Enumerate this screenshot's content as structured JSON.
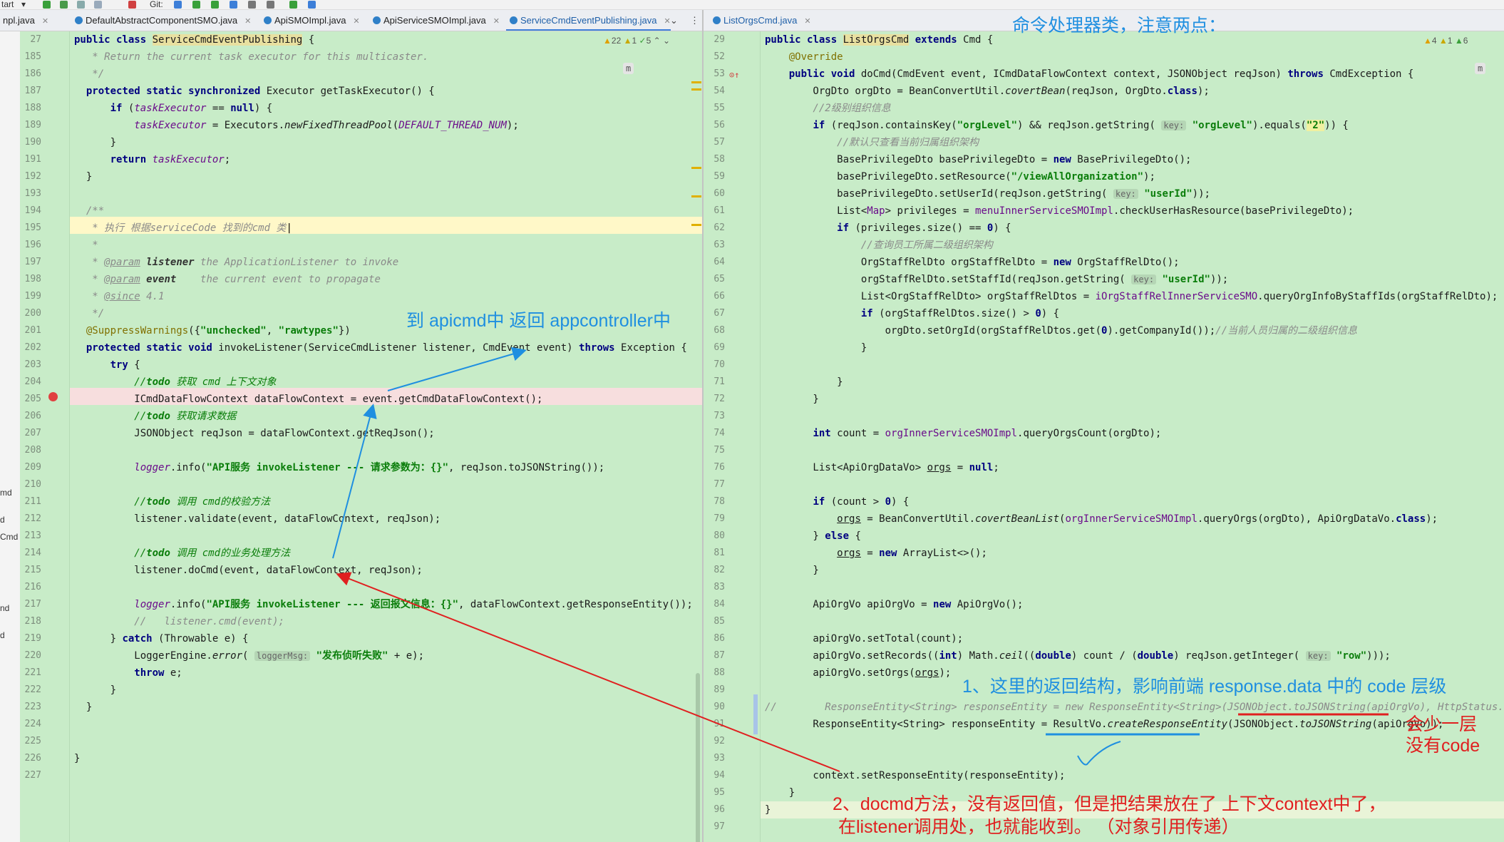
{
  "toolbar": {
    "run_config": "tart",
    "git_label": "Git:"
  },
  "left_tabs": [
    {
      "label": "npl.java"
    },
    {
      "label": "DefaultAbstractComponentSMO.java"
    },
    {
      "label": "ApiSMOImpl.java"
    },
    {
      "label": "ApiServiceSMOImpl.java"
    },
    {
      "label": "ServiceCmdEventPublishing.java"
    }
  ],
  "right_tabs": [
    {
      "label": "ListOrgsCmd.java"
    }
  ],
  "left_editor": {
    "sticky_line": "27",
    "inspection": {
      "warnings": "22",
      "weak": "1",
      "typos": "5"
    },
    "line_numbers": [
      "185",
      "186",
      "187",
      "188",
      "189",
      "190",
      "191",
      "192",
      "193",
      "194",
      "195",
      "196",
      "197",
      "198",
      "199",
      "200",
      "201",
      "202",
      "203",
      "204",
      "205",
      "206",
      "207",
      "208",
      "209",
      "210",
      "211",
      "212",
      "213",
      "214",
      "215",
      "216",
      "217",
      "218",
      "219",
      "220",
      "221",
      "222",
      "223",
      "224",
      "225",
      "226",
      "227"
    ]
  },
  "right_editor": {
    "sticky_line": "29",
    "inspection": {
      "warnings": "4",
      "weak": "1",
      "typos": "6"
    },
    "line_numbers": [
      "52",
      "53",
      "54",
      "55",
      "56",
      "57",
      "58",
      "59",
      "60",
      "61",
      "62",
      "63",
      "64",
      "65",
      "66",
      "67",
      "68",
      "69",
      "70",
      "71",
      "72",
      "73",
      "74",
      "75",
      "76",
      "77",
      "78",
      "79",
      "80",
      "81",
      "82",
      "83",
      "84",
      "85",
      "86",
      "87",
      "88",
      "89",
      "90",
      "91",
      "92",
      "93",
      "94",
      "95",
      "96",
      "97"
    ]
  },
  "left_panel_fragments": [
    "md",
    "d",
    "Cmd",
    "nd",
    "d"
  ],
  "annotations": {
    "title": "命令处理器类，注意两点：",
    "apicmd": "到 apicmd中 返回 appcontroller中",
    "note1": "1、这里的返回结构，影响前端 response.data 中的 code 层级",
    "missing_line1": "会少一层",
    "missing_line2": "没有code",
    "note2_line1": "2、docmd方法，没有返回值，但是把结果放在了 上下文context中了，",
    "note2_line2": "在listener调用处，也就能收到。 （对象引用传递）"
  },
  "colors": {
    "editor_bg": "#c8ecc8",
    "blue_note": "#1f8fe0",
    "red_note": "#e02020",
    "breakpoint_line": "#f7dede"
  }
}
